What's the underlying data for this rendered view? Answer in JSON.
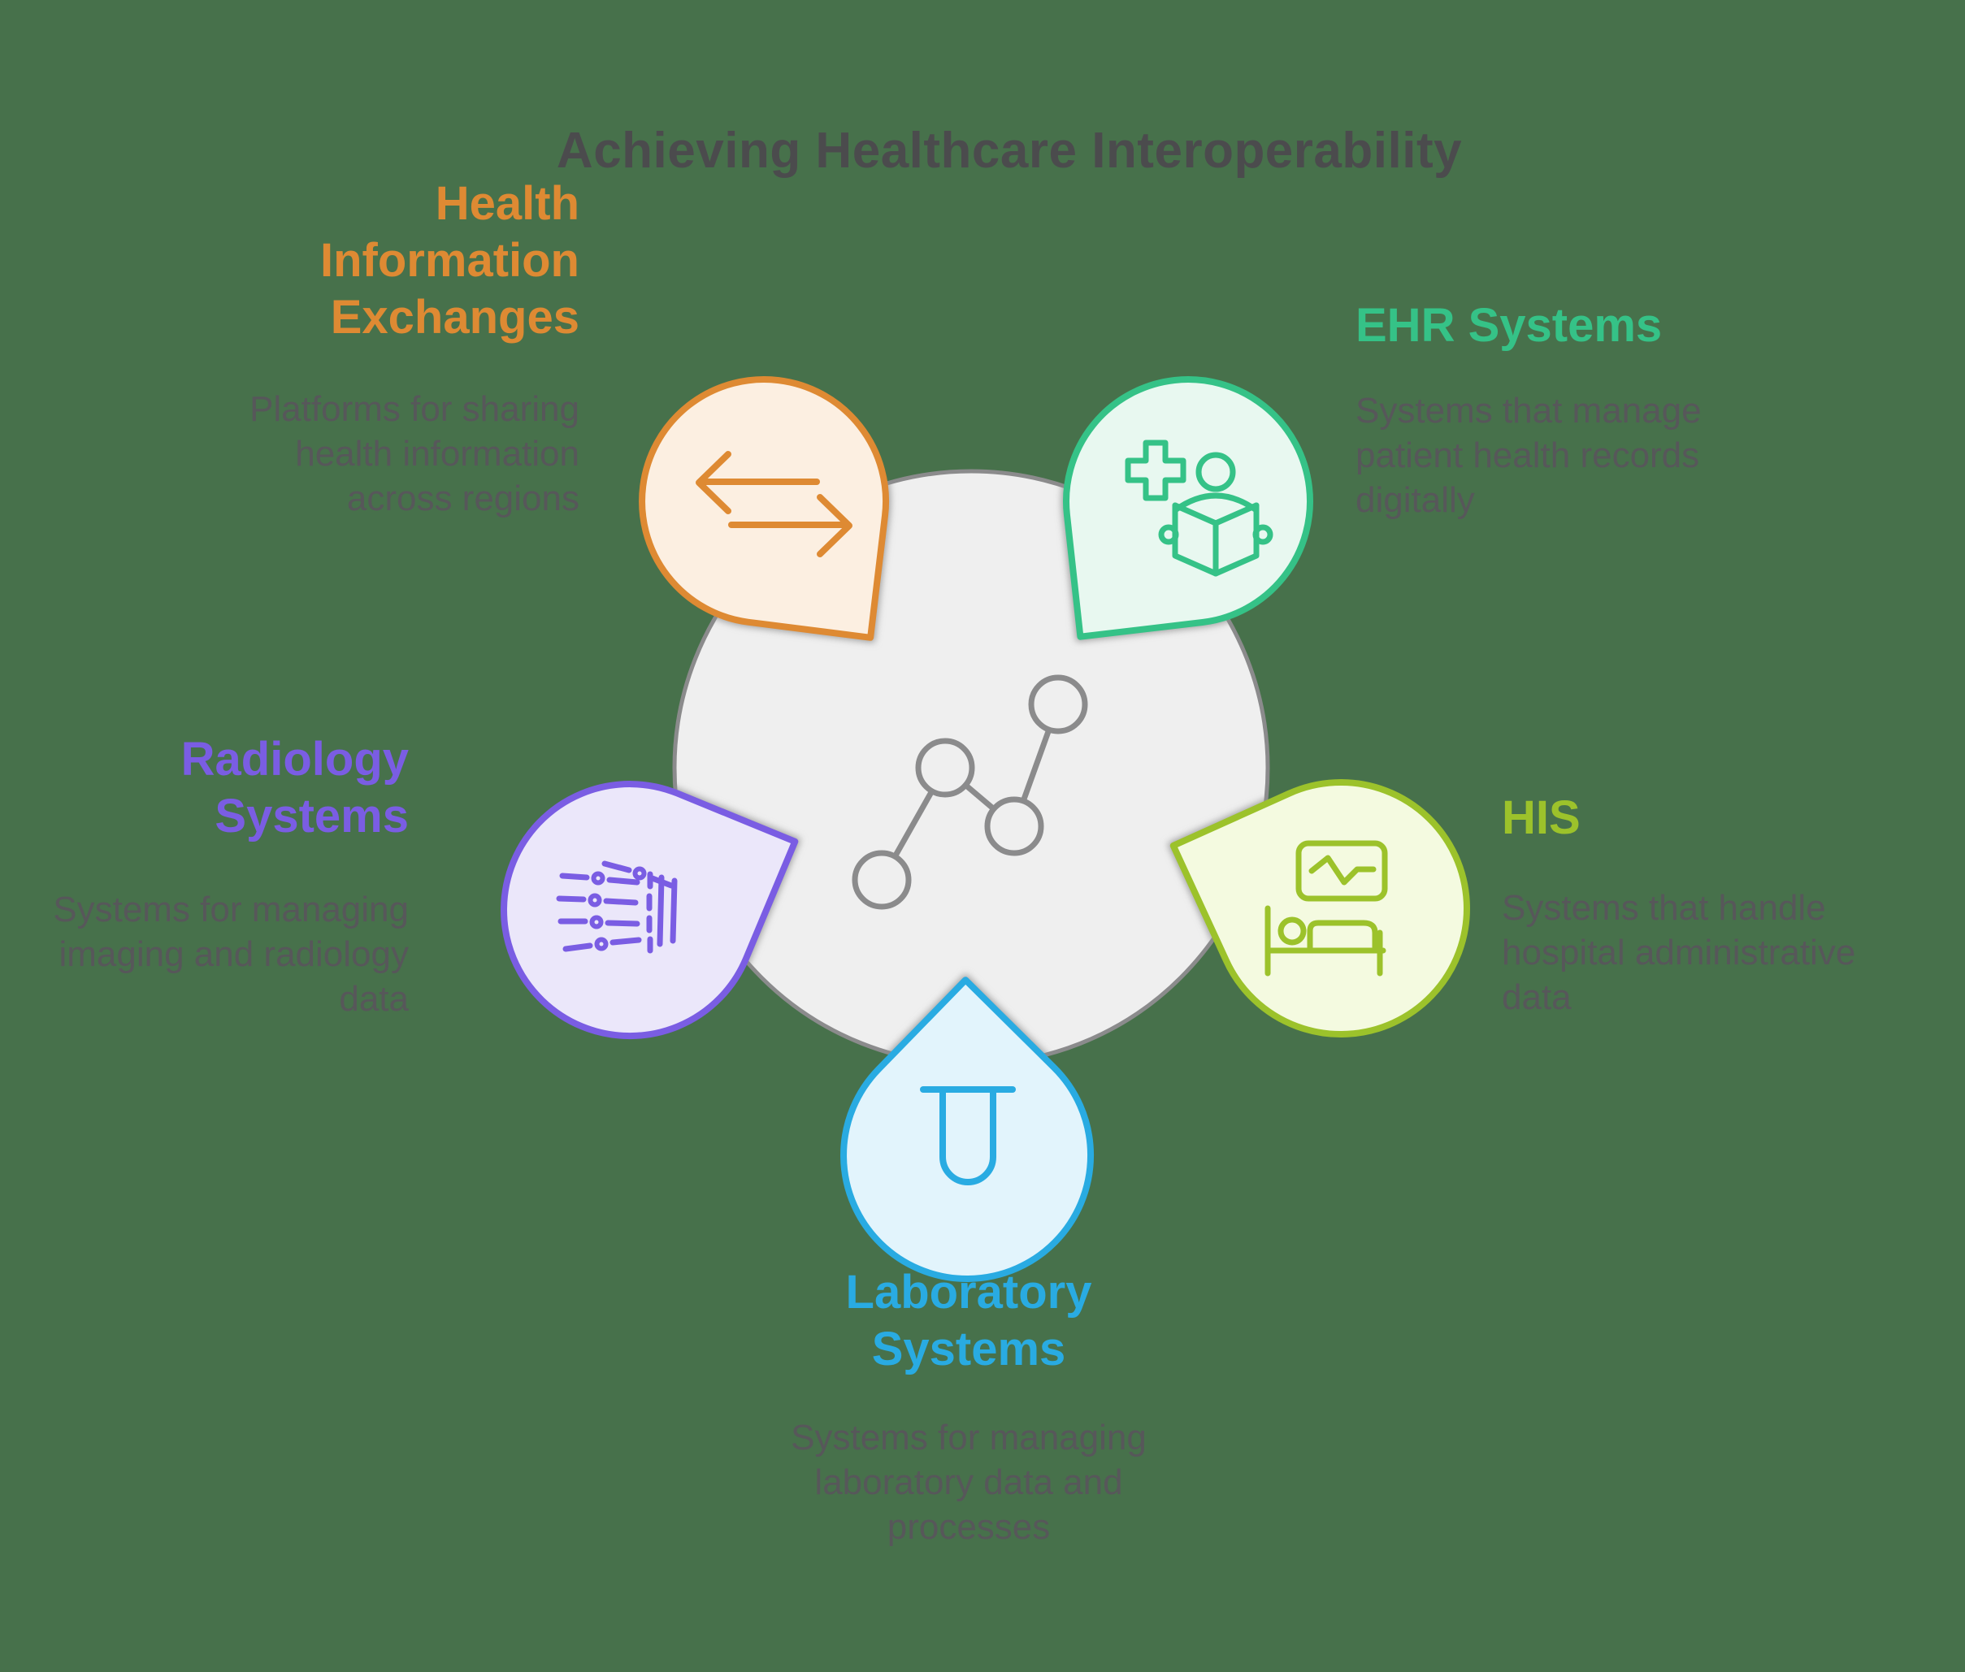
{
  "title": "Achieving Healthcare Interoperability",
  "background_color": "#47714B",
  "text_colors": {
    "title": "#4B4B4D",
    "description": "#57575A"
  },
  "hub": {
    "fill": "#EFEFEF",
    "stroke": "#8B8B8C",
    "icon": "network-nodes-icon"
  },
  "systems": [
    {
      "id": "hie",
      "label": "Health\nInformation\nExchanges",
      "description": "Platforms for sharing\nhealth information\nacross regions",
      "color": "#DE8A33",
      "fill": "#FCEFE1",
      "icon": "transfer-arrows-icon"
    },
    {
      "id": "ehr",
      "label": "EHR Systems",
      "description": "Systems that manage\npatient health records\ndigitally",
      "color": "#35C287",
      "fill": "#E8F8F0",
      "icon": "person-reading-icon"
    },
    {
      "id": "his",
      "label": "HIS",
      "description": "Systems that handle\nhospital administrative\ndata",
      "color": "#9CC22B",
      "fill": "#F4FAE0",
      "icon": "hospital-bed-icon"
    },
    {
      "id": "lab",
      "label": "Laboratory\nSystems",
      "description": "Systems for managing\nlaboratory data and\nprocesses",
      "color": "#29ABE2",
      "fill": "#E2F4FC",
      "icon": "test-tube-icon"
    },
    {
      "id": "rad",
      "label": "Radiology\nSystems",
      "description": "Systems for managing\nimaging and radiology\ndata",
      "color": "#7A5DE3",
      "fill": "#EBE7FA",
      "icon": "xray-hand-icon"
    }
  ]
}
